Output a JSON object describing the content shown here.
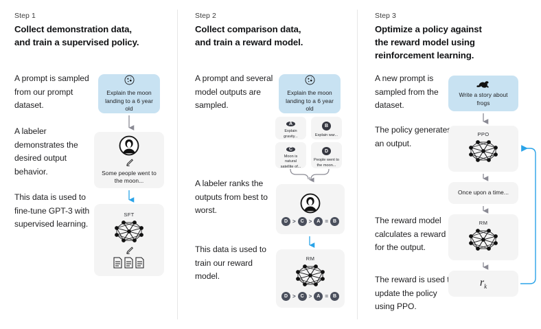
{
  "figure": {
    "title_absent": true,
    "accent_blue": "#2aa3e8",
    "prompt_box_bg": "#c8e2f2",
    "model_box_bg": "#f4f4f4",
    "arrow_gray": "#8a8a94"
  },
  "columns": [
    {
      "step_label": "Step 1",
      "title": "Collect demonstration data,\nand train a supervised policy.",
      "title_line1": "Collect demonstration data,",
      "title_line2": "and train a supervised policy.",
      "captions": [
        "A prompt is sampled from our prompt dataset.",
        "A labeler demonstrates the desired output behavior.",
        "This data is used to fine-tune GPT-3 with supervised learning."
      ],
      "prompt_box": {
        "icon": "moon-icon",
        "text": "Explain the moon landing to a 6 year old"
      },
      "labeler_box": {
        "icon": "person-icon",
        "pencil": "pencil-icon",
        "text": "Some people went to the moon..."
      },
      "model_box": {
        "label": "SFT",
        "icon": "neural-network-icon",
        "pencil": "pencil-icon",
        "docs": "three-documents-icon"
      }
    },
    {
      "step_label": "Step 2",
      "title_line1": "Collect comparison data,",
      "title_line2": "and train a reward model.",
      "captions": [
        "A prompt and several model outputs are sampled.",
        "A labeler ranks the outputs from best to worst.",
        "This data is used to train our reward model."
      ],
      "prompt_box": {
        "icon": "moon-icon",
        "text": "Explain the moon landing to a 6 year old"
      },
      "outputs": [
        {
          "letter": "A",
          "text": "Explain gravity..."
        },
        {
          "letter": "B",
          "text": "Explain war..."
        },
        {
          "letter": "C",
          "text": "Moon is natural satellite of..."
        },
        {
          "letter": "D",
          "text": "People went to the moon..."
        }
      ],
      "rank_box": {
        "icon": "person-icon",
        "ranking": [
          {
            "badge": "D",
            "op": ">"
          },
          {
            "badge": "C",
            "op": ">"
          },
          {
            "badge": "A",
            "op": "="
          },
          {
            "badge": "B",
            "op": ""
          }
        ]
      },
      "reward_model_box": {
        "label": "RM",
        "icon": "neural-network-icon",
        "ranking": [
          {
            "badge": "D",
            "op": ">"
          },
          {
            "badge": "C",
            "op": ">"
          },
          {
            "badge": "A",
            "op": "="
          },
          {
            "badge": "B",
            "op": ""
          }
        ]
      }
    },
    {
      "step_label": "Step 3",
      "title_line1": "Optimize a policy against",
      "title_line2": "the reward model using",
      "title_line3": "reinforcement learning.",
      "captions": [
        "A new prompt is sampled from the dataset.",
        "The policy generates an output.",
        "The reward model calculates a reward for the output.",
        "The reward is used to update the policy using PPO."
      ],
      "prompt_box": {
        "icon": "frog-icon",
        "text": "Write a story about frogs"
      },
      "policy_box": {
        "label": "PPO",
        "icon": "neural-network-icon"
      },
      "output_box": {
        "text": "Once upon a time..."
      },
      "reward_model_box": {
        "label": "RM",
        "icon": "neural-network-icon"
      },
      "reward_box": {
        "symbol": "r",
        "subscript": "k"
      },
      "feedback_loop": "update-policy-arrow"
    }
  ]
}
